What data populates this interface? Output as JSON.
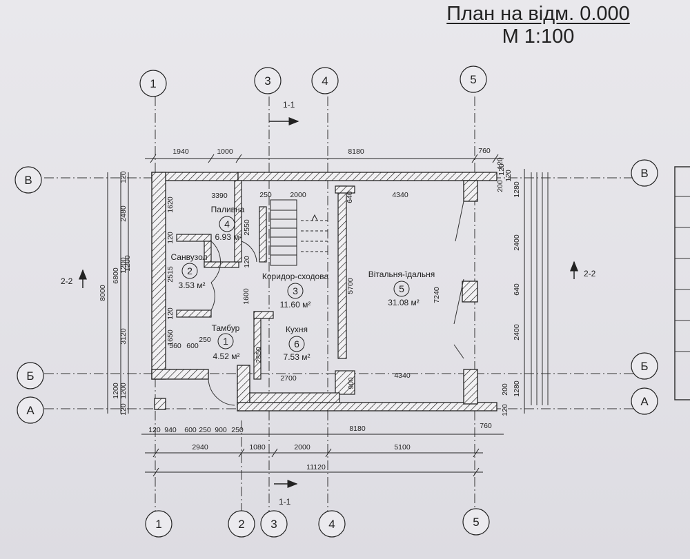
{
  "title": "План на відм. 0.000",
  "scale": "М 1:100",
  "axes": {
    "v1": "1",
    "v2": "2",
    "v3": "3",
    "v4": "4",
    "v5": "5",
    "hV": "В",
    "hB": "Б",
    "hA": "А"
  },
  "sections": {
    "s11": "1-1",
    "s22": "2-2"
  },
  "rooms": [
    {
      "name": "Тамбур",
      "number": "1",
      "area": "4.52 м²"
    },
    {
      "name": "Санвузол",
      "number": "2",
      "area": "3.53 м²"
    },
    {
      "name": "Коридор-сходова",
      "number": "3",
      "area": "11.60 м²"
    },
    {
      "name": "Паливна",
      "number": "4",
      "area": "6.93 м²"
    },
    {
      "name": "Вітальня-їдальня",
      "number": "5",
      "area": "31.08 м²"
    },
    {
      "name": "Кухня",
      "number": "6",
      "area": "7.53 м²"
    }
  ],
  "dims": {
    "top1": "1940",
    "top2": "1000",
    "top3": "8180",
    "top4": "760",
    "t120a": "120",
    "t120b": "120",
    "in3390": "3390",
    "in250": "250",
    "in2000": "2000",
    "in640a": "640",
    "in4340a": "4340",
    "in2700": "2700",
    "in900": "900",
    "in4340b": "4340",
    "l8000": "8000",
    "l6800": "6800",
    "l2480": "2480",
    "l3120": "3120",
    "l1200a": "1200",
    "l1200b": "1200",
    "l1200c": "1200",
    "l120a": "120",
    "l120b": "120",
    "i1620": "1620",
    "i1200": "1200",
    "i2515": "2515",
    "i1650": "1650",
    "i120a": "120",
    "i120b": "120",
    "i560": "560",
    "i600": "600",
    "i250": "250",
    "p2550": "2550",
    "p120": "120",
    "p1600": "1600",
    "p2850": "2850",
    "r5700": "5700",
    "r7240": "7240",
    "rr120a": "120",
    "rr200a": "200",
    "rr1280a": "1280",
    "rr2400a": "2400",
    "rr640": "640",
    "rr2400b": "2400",
    "rr1280b": "1280",
    "rr200b": "200",
    "rr120b": "120",
    "b120": "120",
    "b940": "940",
    "b600a": "600",
    "b250a": "250",
    "b900": "900",
    "b250b": "250",
    "b8180": "8180",
    "b760": "760",
    "b2940": "2940",
    "b1080": "1080",
    "b2000": "2000",
    "b5100": "5100",
    "b11120": "11120"
  }
}
